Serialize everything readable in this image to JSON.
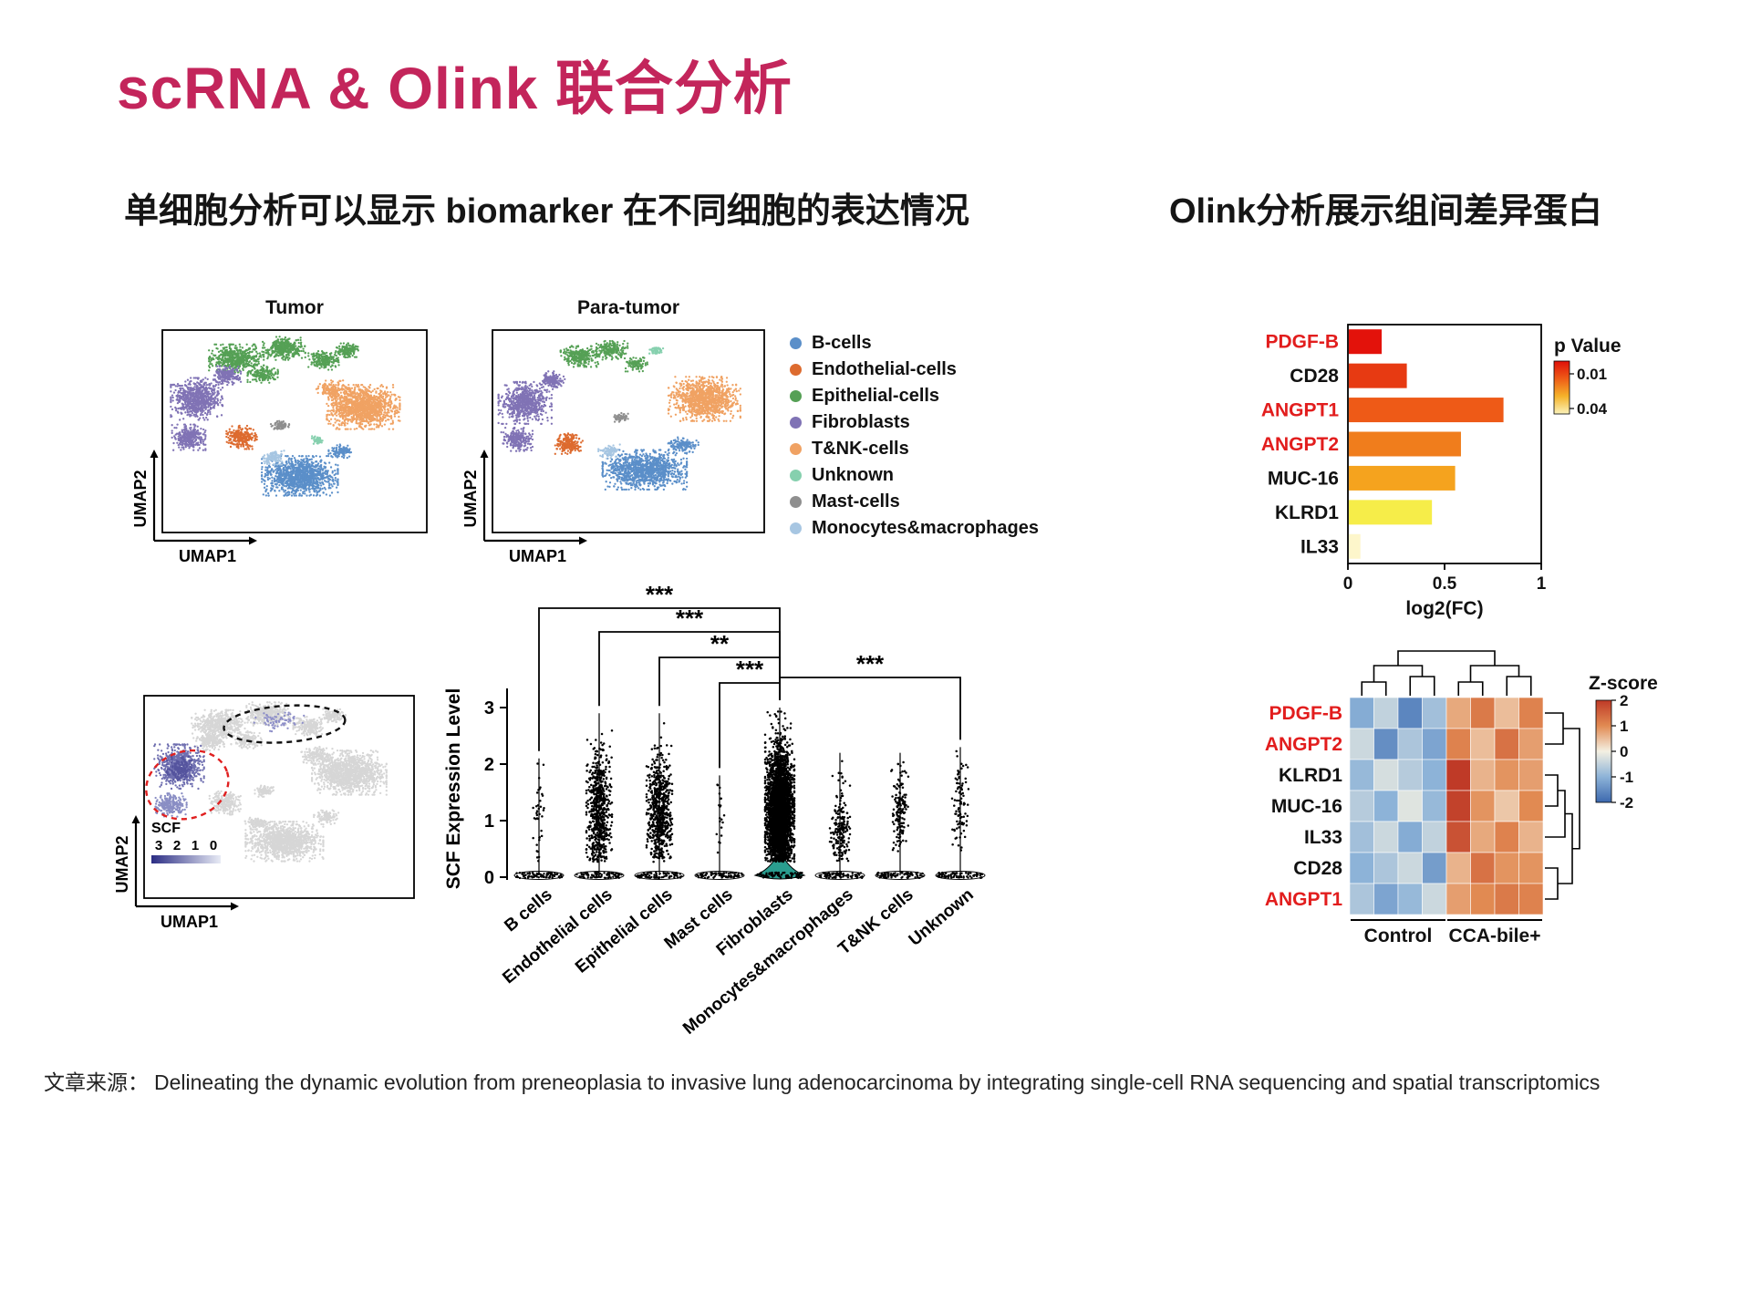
{
  "slide": {
    "title": "scRNA & Olink 联合分析",
    "subtitle_left": "单细胞分析可以显示 biomarker 在不同细胞的表达情况",
    "subtitle_right": "Olink分析展示组间差异蛋白",
    "source_label": "文章来源：",
    "source_text": "Delineating the dynamic evolution from preneoplasia to invasive lung adenocarcinoma by integrating single-cell RNA sequencing and spatial transcriptomics"
  },
  "colors": {
    "title": "#c3255b",
    "red_label": "#e21d1d"
  },
  "legend": {
    "items": [
      {
        "label": "B-cells",
        "color": "#5b8fc9"
      },
      {
        "label": "Endothelial-cells",
        "color": "#dd6b2f"
      },
      {
        "label": "Epithelial-cells",
        "color": "#55a055"
      },
      {
        "label": "Fibroblasts",
        "color": "#8073b5"
      },
      {
        "label": "T&NK-cells",
        "color": "#f0a263"
      },
      {
        "label": "Unknown",
        "color": "#86d0ae"
      },
      {
        "label": "Mast-cells",
        "color": "#8f8f8f"
      },
      {
        "label": "Monocytes&macrophages",
        "color": "#a7c6e2"
      }
    ]
  },
  "chart_data": [
    {
      "id": "umap_tumor",
      "type": "scatter",
      "title": "Tumor",
      "xlabel": "UMAP1",
      "ylabel": "UMAP2",
      "clusters": [
        {
          "cell": "Epithelial-cells",
          "color": "#55a055",
          "blobs": [
            [
              0.28,
              0.14,
              0.09,
              0.06,
              550
            ],
            [
              0.46,
              0.09,
              0.07,
              0.05,
              380
            ],
            [
              0.61,
              0.15,
              0.05,
              0.04,
              220
            ],
            [
              0.7,
              0.1,
              0.04,
              0.03,
              140
            ],
            [
              0.38,
              0.22,
              0.05,
              0.035,
              170
            ]
          ]
        },
        {
          "cell": "Fibroblasts",
          "color": "#8073b5",
          "blobs": [
            [
              0.13,
              0.34,
              0.085,
              0.09,
              750
            ],
            [
              0.1,
              0.53,
              0.055,
              0.055,
              300
            ],
            [
              0.245,
              0.225,
              0.045,
              0.04,
              200
            ]
          ]
        },
        {
          "cell": "T&NK-cells",
          "color": "#f0a263",
          "blobs": [
            [
              0.76,
              0.38,
              0.12,
              0.095,
              1300
            ],
            [
              0.64,
              0.295,
              0.05,
              0.04,
              160
            ]
          ]
        },
        {
          "cell": "Endothelial-cells",
          "color": "#dd6b2f",
          "blobs": [
            [
              0.3,
              0.53,
              0.05,
              0.05,
              260
            ]
          ]
        },
        {
          "cell": "Mast-cells",
          "color": "#8f8f8f",
          "blobs": [
            [
              0.445,
              0.47,
              0.03,
              0.025,
              80
            ]
          ]
        },
        {
          "cell": "B-cells",
          "color": "#5b8fc9",
          "blobs": [
            [
              0.52,
              0.72,
              0.125,
              0.085,
              1200
            ],
            [
              0.675,
              0.6,
              0.04,
              0.03,
              110
            ]
          ]
        },
        {
          "cell": "Monocytes&macrophages",
          "color": "#a7c6e2",
          "blobs": [
            [
              0.42,
              0.63,
              0.04,
              0.03,
              110
            ]
          ]
        },
        {
          "cell": "Unknown",
          "color": "#86d0ae",
          "blobs": [
            [
              0.585,
              0.545,
              0.02,
              0.018,
              40
            ]
          ]
        }
      ]
    },
    {
      "id": "umap_para",
      "type": "scatter",
      "title": "Para-tumor",
      "xlabel": "UMAP1",
      "ylabel": "UMAP2",
      "clusters": [
        {
          "cell": "Epithelial-cells",
          "color": "#55a055",
          "blobs": [
            [
              0.32,
              0.13,
              0.06,
              0.045,
              300
            ],
            [
              0.44,
              0.1,
              0.05,
              0.04,
              200
            ],
            [
              0.53,
              0.17,
              0.035,
              0.03,
              100
            ]
          ]
        },
        {
          "cell": "Fibroblasts",
          "color": "#8073b5",
          "blobs": [
            [
              0.12,
              0.36,
              0.085,
              0.09,
              700
            ],
            [
              0.09,
              0.54,
              0.05,
              0.05,
              250
            ],
            [
              0.22,
              0.25,
              0.04,
              0.04,
              150
            ]
          ]
        },
        {
          "cell": "T&NK-cells",
          "color": "#f0a263",
          "blobs": [
            [
              0.78,
              0.34,
              0.115,
              0.095,
              1100
            ]
          ]
        },
        {
          "cell": "Endothelial-cells",
          "color": "#dd6b2f",
          "blobs": [
            [
              0.28,
              0.56,
              0.045,
              0.045,
              220
            ]
          ]
        },
        {
          "cell": "Mast-cells",
          "color": "#8f8f8f",
          "blobs": [
            [
              0.47,
              0.43,
              0.025,
              0.02,
              60
            ]
          ]
        },
        {
          "cell": "B-cells",
          "color": "#5b8fc9",
          "blobs": [
            [
              0.56,
              0.69,
              0.135,
              0.085,
              1150
            ],
            [
              0.7,
              0.57,
              0.05,
              0.035,
              150
            ]
          ]
        },
        {
          "cell": "Monocytes&macrophages",
          "color": "#a7c6e2",
          "blobs": [
            [
              0.43,
              0.6,
              0.035,
              0.03,
              90
            ]
          ]
        },
        {
          "cell": "Unknown",
          "color": "#86d0ae",
          "blobs": [
            [
              0.6,
              0.1,
              0.025,
              0.02,
              50
            ]
          ]
        }
      ]
    },
    {
      "id": "umap_scf",
      "type": "scatter-feature",
      "xlabel": "UMAP1",
      "ylabel": "UMAP2",
      "base_color": "#d6d6d6",
      "gray_clusters": [
        [
          0.28,
          0.14,
          0.09,
          0.06,
          550
        ],
        [
          0.46,
          0.09,
          0.07,
          0.05,
          380
        ],
        [
          0.61,
          0.15,
          0.05,
          0.04,
          220
        ],
        [
          0.7,
          0.1,
          0.04,
          0.03,
          140
        ],
        [
          0.38,
          0.22,
          0.05,
          0.035,
          170
        ],
        [
          0.245,
          0.225,
          0.045,
          0.04,
          200
        ],
        [
          0.76,
          0.38,
          0.12,
          0.095,
          1300
        ],
        [
          0.64,
          0.295,
          0.05,
          0.04,
          160
        ],
        [
          0.3,
          0.53,
          0.05,
          0.05,
          260
        ],
        [
          0.445,
          0.47,
          0.03,
          0.025,
          80
        ],
        [
          0.52,
          0.72,
          0.125,
          0.085,
          1200
        ],
        [
          0.675,
          0.6,
          0.04,
          0.03,
          110
        ],
        [
          0.42,
          0.63,
          0.04,
          0.03,
          110
        ]
      ],
      "highlight": [
        {
          "blob": [
            0.13,
            0.35,
            0.08,
            0.095,
            650
          ],
          "color": "#6f6fb0"
        },
        {
          "blob": [
            0.13,
            0.36,
            0.04,
            0.05,
            170
          ],
          "color": "#55549e"
        },
        {
          "blob": [
            0.1,
            0.54,
            0.05,
            0.05,
            230
          ],
          "color": "#8a8ec4"
        },
        {
          "blob": [
            0.5,
            0.13,
            0.08,
            0.04,
            70
          ],
          "color": "#8d8ec8"
        }
      ],
      "ellipses": [
        {
          "cx": 0.16,
          "cy": 0.44,
          "rx": 0.155,
          "ry": 0.165,
          "rot": -18,
          "color": "#e02020",
          "name": "fibroblast-region"
        },
        {
          "cx": 0.52,
          "cy": 0.14,
          "rx": 0.225,
          "ry": 0.09,
          "rot": -4,
          "color": "#111111",
          "name": "epithelial-region"
        }
      ],
      "feature": {
        "label": "SCF",
        "ticks": [
          "3",
          "2",
          "1",
          "0"
        ],
        "high_color": "#2b2d84",
        "low_color": "#e8ebf5"
      }
    },
    {
      "id": "violin_scf",
      "type": "violin",
      "ylabel": "SCF Expression Level",
      "yticks": [
        0,
        1,
        2,
        3
      ],
      "ylim": [
        0,
        3.4
      ],
      "categories": [
        "B cells",
        "Endothelial cells",
        "Epithelial cells",
        "Mast cells",
        "Fibroblasts",
        "Monocytes&macrophages",
        "T&NK cells",
        "Unknown"
      ],
      "groups": [
        {
          "n": 38,
          "max": 2.1,
          "spread": 7,
          "mean": 1.0,
          "sd": 0.5
        },
        {
          "n": 650,
          "max": 2.9,
          "spread": 14,
          "mean": 1.1,
          "sd": 0.55
        },
        {
          "n": 650,
          "max": 2.9,
          "spread": 14,
          "mean": 1.1,
          "sd": 0.55
        },
        {
          "n": 20,
          "max": 1.8,
          "spread": 6,
          "mean": 0.9,
          "sd": 0.45
        },
        {
          "n": 3200,
          "max": 3.0,
          "spread": 16,
          "mean": 1.15,
          "sd": 0.55,
          "violin": true
        },
        {
          "n": 180,
          "max": 2.2,
          "spread": 11,
          "mean": 0.8,
          "sd": 0.45
        },
        {
          "n": 150,
          "max": 2.2,
          "spread": 10,
          "mean": 1.2,
          "sd": 0.4
        },
        {
          "n": 90,
          "max": 2.3,
          "spread": 9,
          "mean": 1.2,
          "sd": 0.45
        }
      ],
      "significance": [
        {
          "from": 0,
          "to": 4,
          "label": "***"
        },
        {
          "from": 1,
          "to": 4,
          "label": "***"
        },
        {
          "from": 2,
          "to": 4,
          "label": "**"
        },
        {
          "from": 3,
          "to": 4,
          "label": "***"
        },
        {
          "from": 4,
          "to": 7,
          "label": "***"
        }
      ],
      "violin_color": "#2a9d8f"
    },
    {
      "id": "olink_bars",
      "type": "bar",
      "orientation": "horizontal",
      "categories": [
        "PDGF-B",
        "CD28",
        "ANGPT1",
        "ANGPT2",
        "MUC-16",
        "KLRD1",
        "IL33"
      ],
      "red_labels": [
        "PDGF-B",
        "ANGPT1",
        "ANGPT2"
      ],
      "values": [
        0.17,
        0.3,
        0.8,
        0.58,
        0.55,
        0.43,
        0.06
      ],
      "bar_colors": [
        "#e3120b",
        "#e73a12",
        "#ee5a17",
        "#f07d1c",
        "#f5a31e",
        "#f6ed49",
        "#fdf6cb"
      ],
      "xlabel": "log2(FC)",
      "xticks": [
        0,
        0.5,
        1
      ],
      "xlim": [
        0,
        1
      ],
      "colorbar": {
        "title": "p Value",
        "top_label": "0.01",
        "bottom_label": "0.04",
        "stops": [
          "#df1009",
          "#ee5c17",
          "#f5b32a",
          "#fbf3bb"
        ]
      }
    },
    {
      "id": "olink_heatmap",
      "type": "heatmap",
      "rows": [
        "PDGF-B",
        "ANGPT2",
        "KLRD1",
        "MUC-16",
        "IL33",
        "CD28",
        "ANGPT1"
      ],
      "red_rows": [
        "PDGF-B",
        "ANGPT2",
        "ANGPT1"
      ],
      "col_groups": [
        "Control",
        "CCA-bile+"
      ],
      "cols_per_group": 4,
      "zlim": [
        -2,
        2
      ],
      "colorbar_title": "Z-score",
      "colorbar_ticks": [
        2,
        1,
        0,
        -1,
        -2
      ],
      "ramp": {
        "neg2": "#3c68ae",
        "neg1": "#8db3d8",
        "zero": "#f4f0e2",
        "pos1": "#e18a52",
        "pos2": "#bf3a27"
      },
      "values": [
        [
          -1.1,
          -0.5,
          -1.6,
          -0.8,
          0.7,
          1.2,
          0.5,
          1.1
        ],
        [
          -0.4,
          -1.5,
          -0.7,
          -1.2,
          1.1,
          0.5,
          1.3,
          0.8
        ],
        [
          -0.9,
          -0.3,
          -0.6,
          -1.0,
          2.0,
          0.6,
          0.9,
          0.8
        ],
        [
          -0.6,
          -1.0,
          -0.2,
          -0.9,
          1.9,
          0.9,
          0.4,
          1.0
        ],
        [
          -0.8,
          -0.4,
          -1.1,
          -0.5,
          1.7,
          0.7,
          1.1,
          0.6
        ],
        [
          -1.0,
          -0.7,
          -0.4,
          -1.3,
          0.6,
          1.3,
          0.9,
          0.9
        ],
        [
          -0.7,
          -1.2,
          -0.9,
          -0.4,
          0.8,
          1.0,
          1.2,
          1.1
        ]
      ]
    }
  ]
}
